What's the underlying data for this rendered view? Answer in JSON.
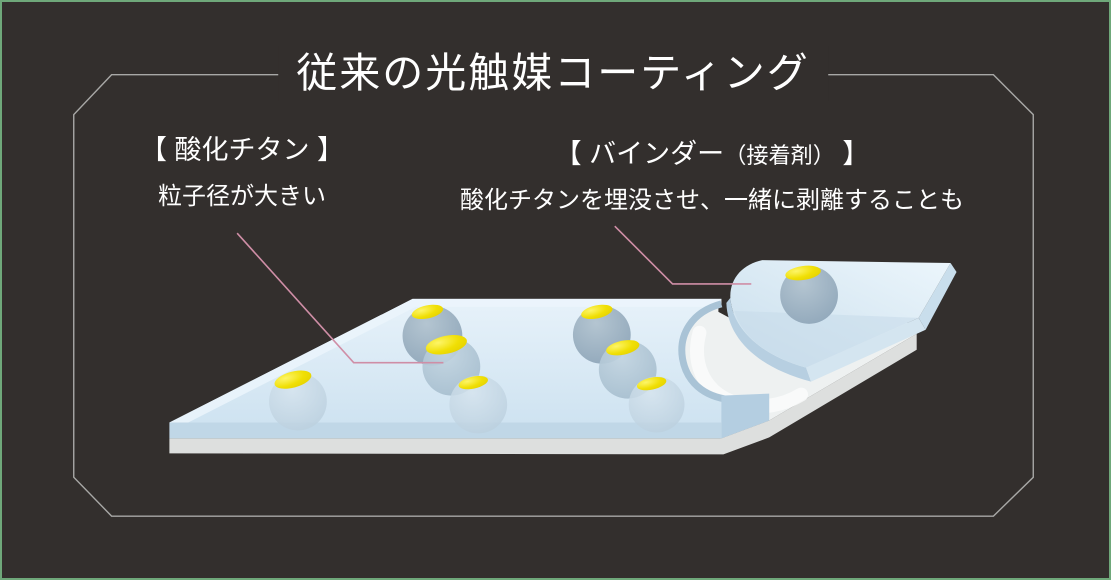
{
  "header": {
    "title": "従来の光触媒コーティング"
  },
  "labels": {
    "titanium": {
      "heading": "【 酸化チタン 】",
      "description": "粒子径が大きい"
    },
    "binder": {
      "heading_pre": "【 バインダー",
      "heading_paren": "（接着剤）",
      "heading_post": " 】",
      "description": "酸化チタンを埋没させ、一緒に剥離することも"
    }
  },
  "theme": {
    "background": "#332f2d",
    "border_green": "#6fa87a",
    "frame_line": "#a8a8a6",
    "text_color": "#ffffff",
    "leader_pink": "#cf8ea6",
    "coating_blue": "#d7e9f5",
    "coating_edge_blue": "#b4cee1",
    "substrate_white": "#eef1f1",
    "particle_yellow": "#f0dd00",
    "particle_blue_gray": "#9db1c1"
  }
}
